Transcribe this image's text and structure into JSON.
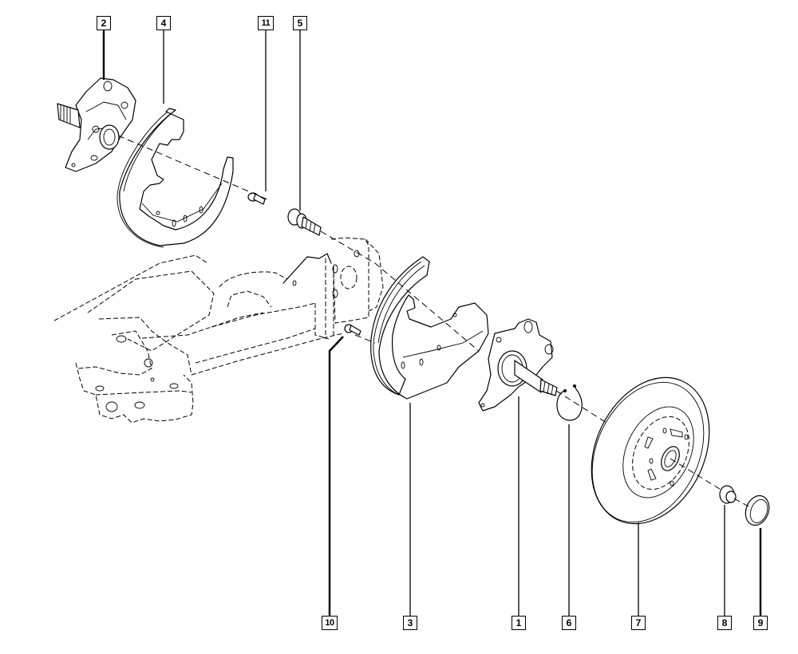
{
  "diagram": {
    "title": "Rear axle hub assembly exploded view",
    "callouts": [
      {
        "number": "1",
        "part": "stub-axle-carrier"
      },
      {
        "number": "2",
        "part": "stub-axle-carrier-alt"
      },
      {
        "number": "3",
        "part": "brake-backing-plate"
      },
      {
        "number": "4",
        "part": "brake-backing-plate-alt"
      },
      {
        "number": "5",
        "part": "mounting-bolt"
      },
      {
        "number": "6",
        "part": "circlip"
      },
      {
        "number": "7",
        "part": "brake-disc"
      },
      {
        "number": "8",
        "part": "hub-nut"
      },
      {
        "number": "9",
        "part": "hub-cap"
      },
      {
        "number": "10",
        "part": "backing-plate-screw"
      },
      {
        "number": "11",
        "part": "backing-plate-screw-alt"
      }
    ]
  }
}
